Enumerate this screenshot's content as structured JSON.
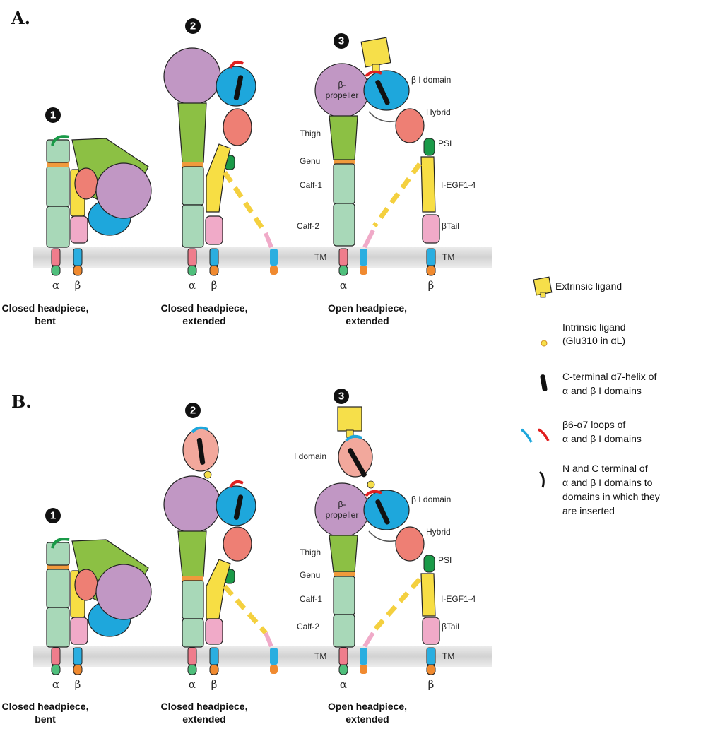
{
  "panels": [
    "A.",
    "B."
  ],
  "steps": [
    "1",
    "2",
    "3"
  ],
  "captions": [
    {
      "line1": "Closed headpiece,",
      "line2": "bent"
    },
    {
      "line1": "Closed headpiece,",
      "line2": "extended"
    },
    {
      "line1": "Open headpiece,",
      "line2": "extended"
    }
  ],
  "subunits": {
    "alpha": "α",
    "beta": "β"
  },
  "domain_labels": {
    "propeller_1": "β-",
    "propeller_2": "propeller",
    "beta_i": "β I domain",
    "hybrid": "Hybrid",
    "psi": "PSI",
    "thigh": "Thigh",
    "genu": "Genu",
    "calf1": "Calf-1",
    "calf2": "Calf-2",
    "iegf": "I-EGF1-4",
    "btail": "βTail",
    "tm_left": "TM",
    "tm_right": "TM",
    "i_domain": "I domain"
  },
  "legend": [
    {
      "icon": "extrinsic-ligand-icon",
      "lines": [
        "Extrinsic ligand"
      ]
    },
    {
      "icon": "intrinsic-ligand-icon",
      "lines": [
        "Intrinsic ligand",
        "(Glu310 in αL)"
      ]
    },
    {
      "icon": "helix-icon",
      "lines": [
        "C-terminal α7-helix of",
        "α and β I domains"
      ]
    },
    {
      "icon": "loop-icon",
      "lines": [
        "β6-α7 loops of",
        "α and β I domains"
      ]
    },
    {
      "icon": "terminal-icon",
      "lines": [
        "N and C terminal of",
        "α and β I domains to",
        "domains in which they",
        "are inserted"
      ]
    }
  ],
  "colors": {
    "alpha_leg": "#a8d8b8",
    "thigh": "#8cc044",
    "propeller": "#c197c4",
    "beta_i": "#1ea7dc",
    "hybrid": "#ee7f74",
    "psi": "#1a9a48",
    "iegf": "#f7de44",
    "btail": "#f0aac8",
    "genu": "#f09a3c",
    "tm_alpha": "#ef7d8c",
    "cyto_alpha": "#4fbf7c",
    "tm_beta": "#2aaee0",
    "cyto_beta": "#f08a30",
    "membrane": "#e0e0e0",
    "i_domain": "#f2a89c",
    "extrinsic_ligand": "#f6df4a"
  }
}
